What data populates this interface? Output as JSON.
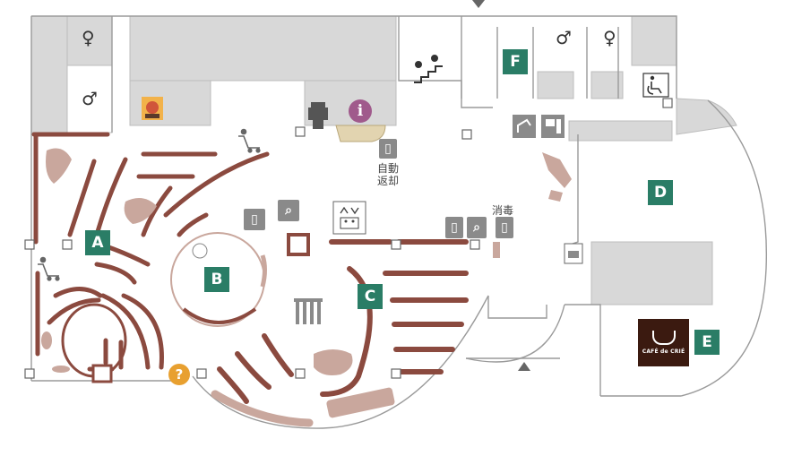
{
  "zones": [
    {
      "id": "A",
      "label": "A"
    },
    {
      "id": "B",
      "label": "B"
    },
    {
      "id": "C",
      "label": "C"
    },
    {
      "id": "D",
      "label": "D"
    },
    {
      "id": "E",
      "label": "E"
    },
    {
      "id": "F",
      "label": "F"
    }
  ],
  "texts": {
    "auto_return": "自動\n返却",
    "disinfect": "消毒",
    "info_symbol": "i",
    "help_symbol": "?"
  },
  "cafe": {
    "name": "CAFÉ de CRIÉ"
  },
  "icons": [
    "male-restroom-icon",
    "female-restroom-icon",
    "accessible-restroom-icon",
    "stairs-icon",
    "elevator-icon",
    "copier-icon",
    "cart-icon",
    "search-icon",
    "book-drop-icon",
    "kids-corner-icon",
    "atm-icon"
  ],
  "colors": {
    "zone_label": "#2a7d66",
    "wall_gray": "#d8d8d8",
    "shelf_dark": "#8b4a3f",
    "shelf_light": "#c9a79d",
    "icon_gray": "#8a8a8a",
    "info_purple": "#a05a8c",
    "help_orange": "#e8a030",
    "cafe_brown": "#3b1a10"
  }
}
